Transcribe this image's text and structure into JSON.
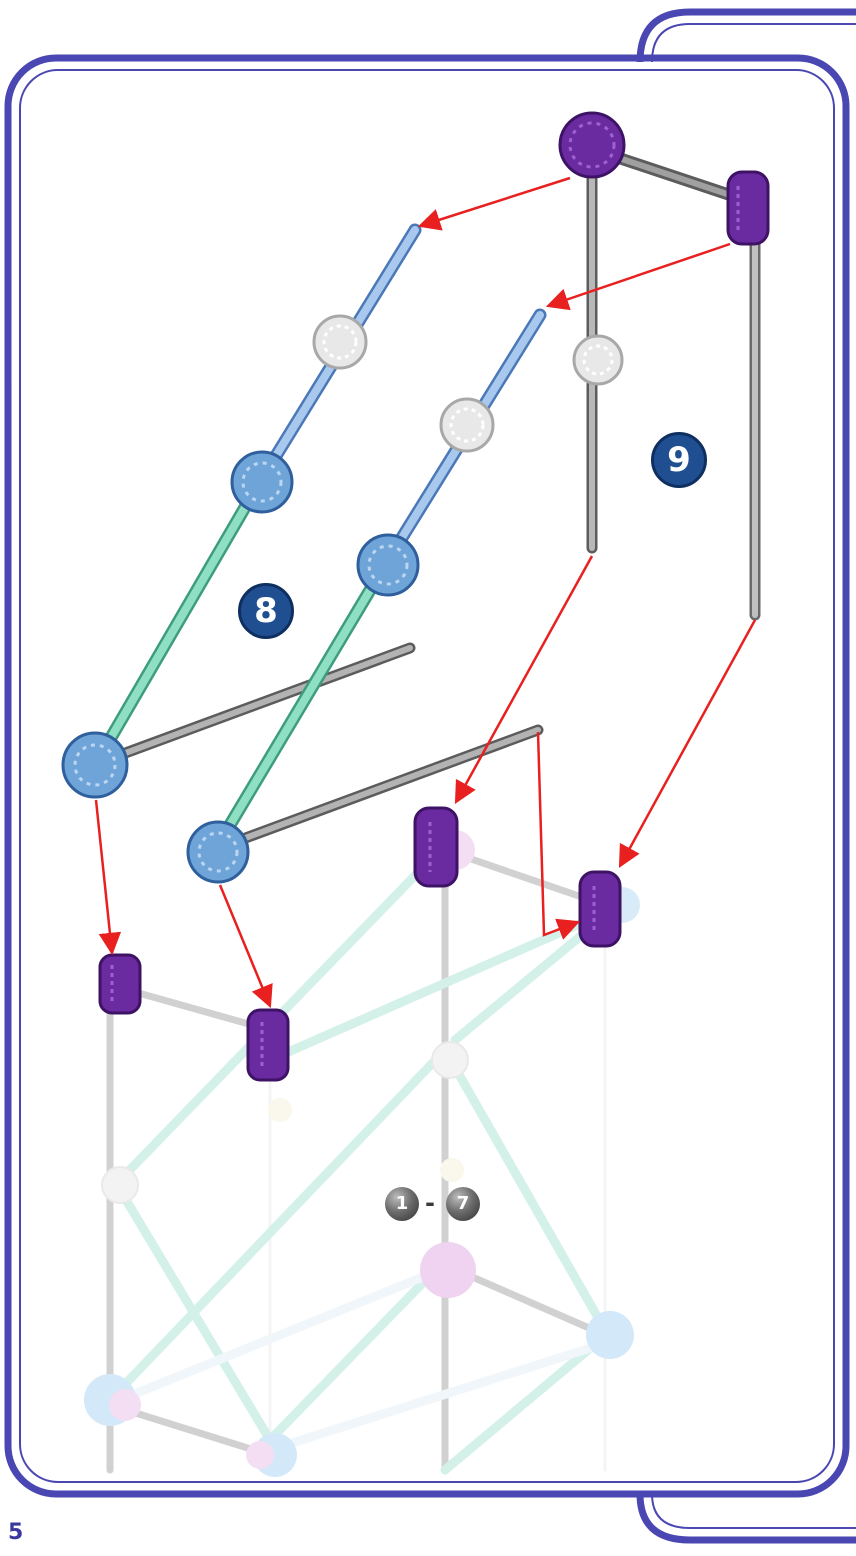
{
  "page_number": "5",
  "steps": {
    "step8": "8",
    "step9": "9",
    "range_start": "1",
    "range_sep": "-",
    "range_end": "7"
  },
  "colors": {
    "frame": "#4a47b3",
    "badge": "#1f4f91",
    "arrow": "#e8201f",
    "connector_purple": "#6a2aa0",
    "connector_blue": "#6fa4d8",
    "connector_white": "#d9d9d9",
    "rod_blue": "#8fb4e0",
    "rod_green": "#7fd3b3",
    "rod_gray": "#8a8a8a"
  }
}
